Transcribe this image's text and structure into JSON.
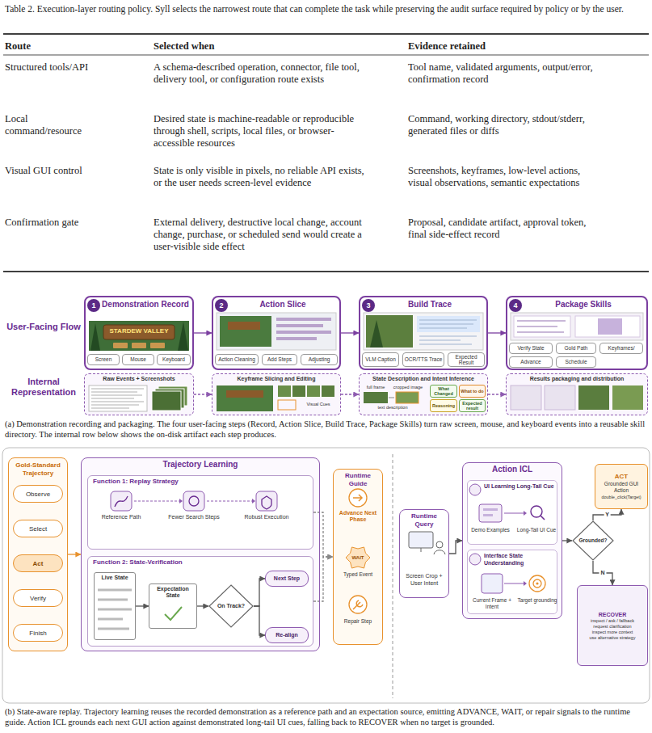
{
  "diagram": {
    "title": "Table 2. Execution-layer routing policy. Syll selects the narrowest route that can complete the task while preserving the audit surface required by policy or by the user.",
    "nodes": [
      {
        "text": [
          "Demonstration Record"
        ]
      },
      {
        "text": [
          "1"
        ],
        "in": 0
      },
      {
        "text": [
          "Screen"
        ],
        "in": 0
      },
      {
        "text": [
          "Mouse"
        ],
        "in": 0
      },
      {
        "text": [
          "Keyboard"
        ],
        "in": 0
      },
      {
        "text": [
          "Action Slice"
        ]
      },
      {
        "text": [
          "2"
        ],
        "in": 5
      },
      {
        "text": [
          "Action Cleaning"
        ],
        "in": 5
      },
      {
        "text": [
          "Add Steps"
        ],
        "in": 5
      },
      {
        "text": [
          "Adjusting"
        ],
        "in": 5
      },
      {
        "text": [
          "Build Trace"
        ]
      },
      {
        "text": [
          "3"
        ],
        "in": 10
      },
      {
        "text": [
          "VLM Caption"
        ],
        "in": 10
      },
      {
        "text": [
          "OCR/TTS Trace"
        ],
        "in": 10
      },
      {
        "text": [
          "Expected Result"
        ],
        "in": 10
      },
      {
        "text": [
          "Package Skills"
        ]
      },
      {
        "text": [
          "4"
        ],
        "in": 15
      },
      {
        "text": [
          "Verify State"
        ],
        "in": 15
      },
      {
        "text": [
          "Gold Path"
        ],
        "in": 15
      },
      {
        "text": [
          "Keyframes/"
        ],
        "in": 15
      },
      {
        "text": [
          "Advance"
        ],
        "in": 15
      },
      {
        "text": [
          "Schedule"
        ],
        "in": 15
      },
      {
        "text": [
          "Raw Events + Screenshots"
        ]
      },
      {
        "text": [
          "Keyframe Slicing and Editing"
        ]
      },
      {
        "text": [
          "State Description and Intent Inference"
        ]
      },
      {
        "text": [
          "What Changed"
        ],
        "in": 24
      },
      {
        "text": [
          "What to do"
        ],
        "in": 24
      },
      {
        "text": [
          "Reasoning"
        ],
        "in": 24
      },
      {
        "text": [
          "Expected result"
        ],
        "in": 24
      },
      {
        "text": [
          "Results packaging and distribution"
        ]
      },
      {
        "text": [
          "Gold-Standard Trajectory"
        ]
      },
      {
        "text": [
          "Observe"
        ],
        "in": 30
      },
      {
        "text": [
          "Select"
        ],
        "in": 30
      },
      {
        "text": [
          "Act"
        ],
        "in": 30
      },
      {
        "text": [
          "Verify"
        ],
        "in": 30
      },
      {
        "text": [
          "Finish"
        ],
        "in": 30
      },
      {
        "text": [
          "Trajectory Learning"
        ]
      },
      {
        "text": [
          "Function 1: Replay Strategy"
        ],
        "in": 36
      },
      {
        "text": [
          "Function 2: State-Verification"
        ],
        "in": 36
      },
      {
        "text": [
          "Live State"
        ],
        "in": 38
      },
      {
        "text": [
          "Expectation State"
        ],
        "in": 38
      },
      {
        "text": [
          "On Track?"
        ],
        "in": 38
      },
      {
        "text": [
          "Next Step"
        ],
        "in": 38
      },
      {
        "text": [
          "Re-align"
        ],
        "in": 38
      },
      {
        "text": [
          "Runtime Guide"
        ]
      },
      {
        "text": [
          "Runtime Query",
          "Screen Crop + User Intent"
        ]
      },
      {
        "text": [
          "Action ICL"
        ]
      },
      {
        "text": [
          "UI Learning Long-Tail Cue"
        ],
        "in": 46
      },
      {
        "text": [
          "Interface State Understanding"
        ],
        "in": 46
      },
      {
        "text": [
          "Grounded?"
        ]
      },
      {
        "text": [
          "ACT",
          "Grounded GUI Action",
          "double_click(Target)"
        ]
      },
      {
        "text": [
          "RECOVER",
          "inspect / ask / fallback",
          "request clarification",
          "inspect more context",
          "use alternative strategy"
        ]
      }
    ],
    "edges": [
      {
        "from": 0,
        "to": 5,
        "arrow": "to"
      },
      {
        "from": 5,
        "to": 10,
        "arrow": "to"
      },
      {
        "from": 10,
        "to": 15,
        "arrow": "to"
      },
      {
        "from": 22,
        "to": 23,
        "arrow": "to"
      },
      {
        "from": 23,
        "to": 24,
        "arrow": "to"
      },
      {
        "from": 24,
        "to": 29,
        "arrow": "to"
      },
      {
        "from": 30,
        "to": 36,
        "arrow": "to"
      },
      {
        "from": 37,
        "to": 44,
        "arrow": "to"
      },
      {
        "from": 38,
        "to": 44,
        "arrow": "to"
      },
      {
        "from": 39,
        "to": 40,
        "arrow": "to"
      },
      {
        "from": 40,
        "to": 41,
        "arrow": "to"
      },
      {
        "from": 41,
        "to": 42,
        "arrow": "to"
      },
      {
        "from": 41,
        "to": 43,
        "arrow": "to"
      },
      {
        "from": 45,
        "to": 46,
        "arrow": "to"
      },
      {
        "from": 46,
        "to": 49,
        "arrow": "to"
      },
      {
        "from": 49,
        "to": 50,
        "label": "Y",
        "arrow": "to"
      },
      {
        "from": 49,
        "to": 51,
        "label": "N",
        "arrow": "to"
      }
    ],
    "labels": [
      "Route",
      "Selected when",
      "Evidence retained",
      "Structured tools/API",
      "A schema-described operation, connector, file tool, delivery tool, or configuration route exists",
      "Tool name, validated arguments, output/error, confirmation record",
      "Local command/resource",
      "Desired state is machine-readable or reproducible through shell, scripts, local files, or browser-accessible resources",
      "Command, working directory, stdout/stderr, generated files or diffs",
      "Visual GUI control",
      "State is only visible in pixels, no reliable API exists, or the user needs screen-level evidence",
      "Screenshots, keyframes, low-level actions, visual observations, semantic expectations",
      "Confirmation gate",
      "External delivery, destructive local change, account change, purchase, or scheduled send would create a user-visible side effect",
      "Proposal, candidate artifact, approval token, final side-effect record",
      "User-Facing Flow",
      "Internal Representation",
      "STARDEW VALLEY",
      "Visual Cues",
      "full frame",
      "cropped image",
      "text description",
      "(a) Demonstration recording and packaging. The four user-facing steps (Record, Action Slice, Build Trace, Package Skills) turn raw screen, mouse, and keyboard events into a reusable skill directory. The internal row below shows the on-disk artifact each step produces.",
      "Reference Path",
      "Fewer Search Steps",
      "Robust Execution",
      "Advance Next Phase",
      "WAIT",
      "Typed Event",
      "Repair Step",
      "Demo Examples",
      "Long-Tail UI Cue",
      "Current Frame + Intent",
      "Target grounding",
      "(b) State-aware replay. Trajectory learning reuses the recorded demonstration as a reference path and an expectation source, emitting ADVANCE, WAIT, or repair signals to the runtime guide. Action ICL grounds each next GUI action against demonstrated long-tail UI cues, falling back to RECOVER when no target is grounded."
    ]
  }
}
